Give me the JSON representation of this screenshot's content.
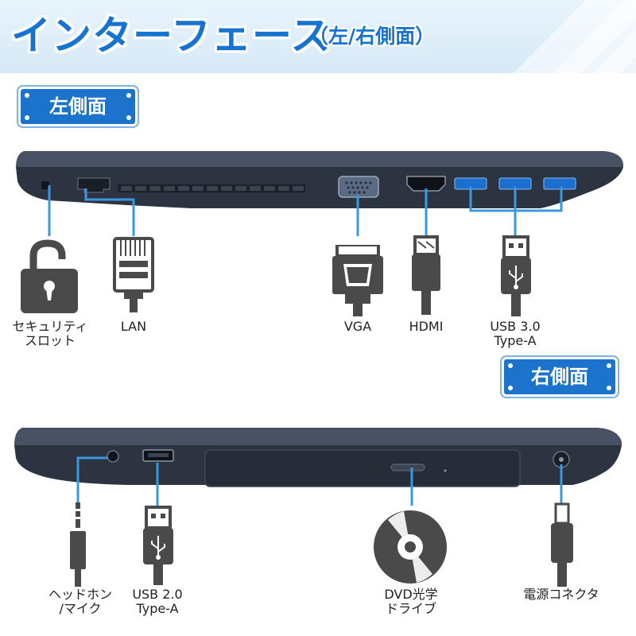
{
  "header": {
    "title": "インターフェース",
    "subtitle": "（左/右側面）"
  },
  "left_side": {
    "badge": "左側面",
    "ports": [
      {
        "id": "security-slot",
        "label_line1": "セキュリティ",
        "label_line2": "スロット",
        "icon": "padlock-icon"
      },
      {
        "id": "lan",
        "label_line1": "LAN",
        "label_line2": "",
        "icon": "ethernet-plug-icon"
      },
      {
        "id": "vga",
        "label_line1": "VGA",
        "label_line2": "",
        "icon": "vga-plug-icon"
      },
      {
        "id": "hdmi",
        "label_line1": "HDMI",
        "label_line2": "",
        "icon": "hdmi-plug-icon"
      },
      {
        "id": "usb3",
        "label_line1": "USB 3.0",
        "label_line2": "Type-A",
        "icon": "usb-plug-icon"
      }
    ]
  },
  "right_side": {
    "badge": "右側面",
    "ports": [
      {
        "id": "headphone",
        "label_line1": "ヘッドホン",
        "label_line2": "/マイク",
        "icon": "audio-jack-icon"
      },
      {
        "id": "usb2",
        "label_line1": "USB 2.0",
        "label_line2": "Type-A",
        "icon": "usb-plug-icon"
      },
      {
        "id": "dvd",
        "label_line1": "DVD光学",
        "label_line2": "ドライブ",
        "icon": "disc-icon"
      },
      {
        "id": "power",
        "label_line1": "電源コネクタ",
        "label_line2": "",
        "icon": "power-plug-icon"
      }
    ]
  },
  "colors": {
    "brand_blue": "#1b73cc",
    "leader_blue": "#3a98df",
    "laptop_dark": "#2a3240",
    "icon_gray": "#4a4a4a"
  }
}
